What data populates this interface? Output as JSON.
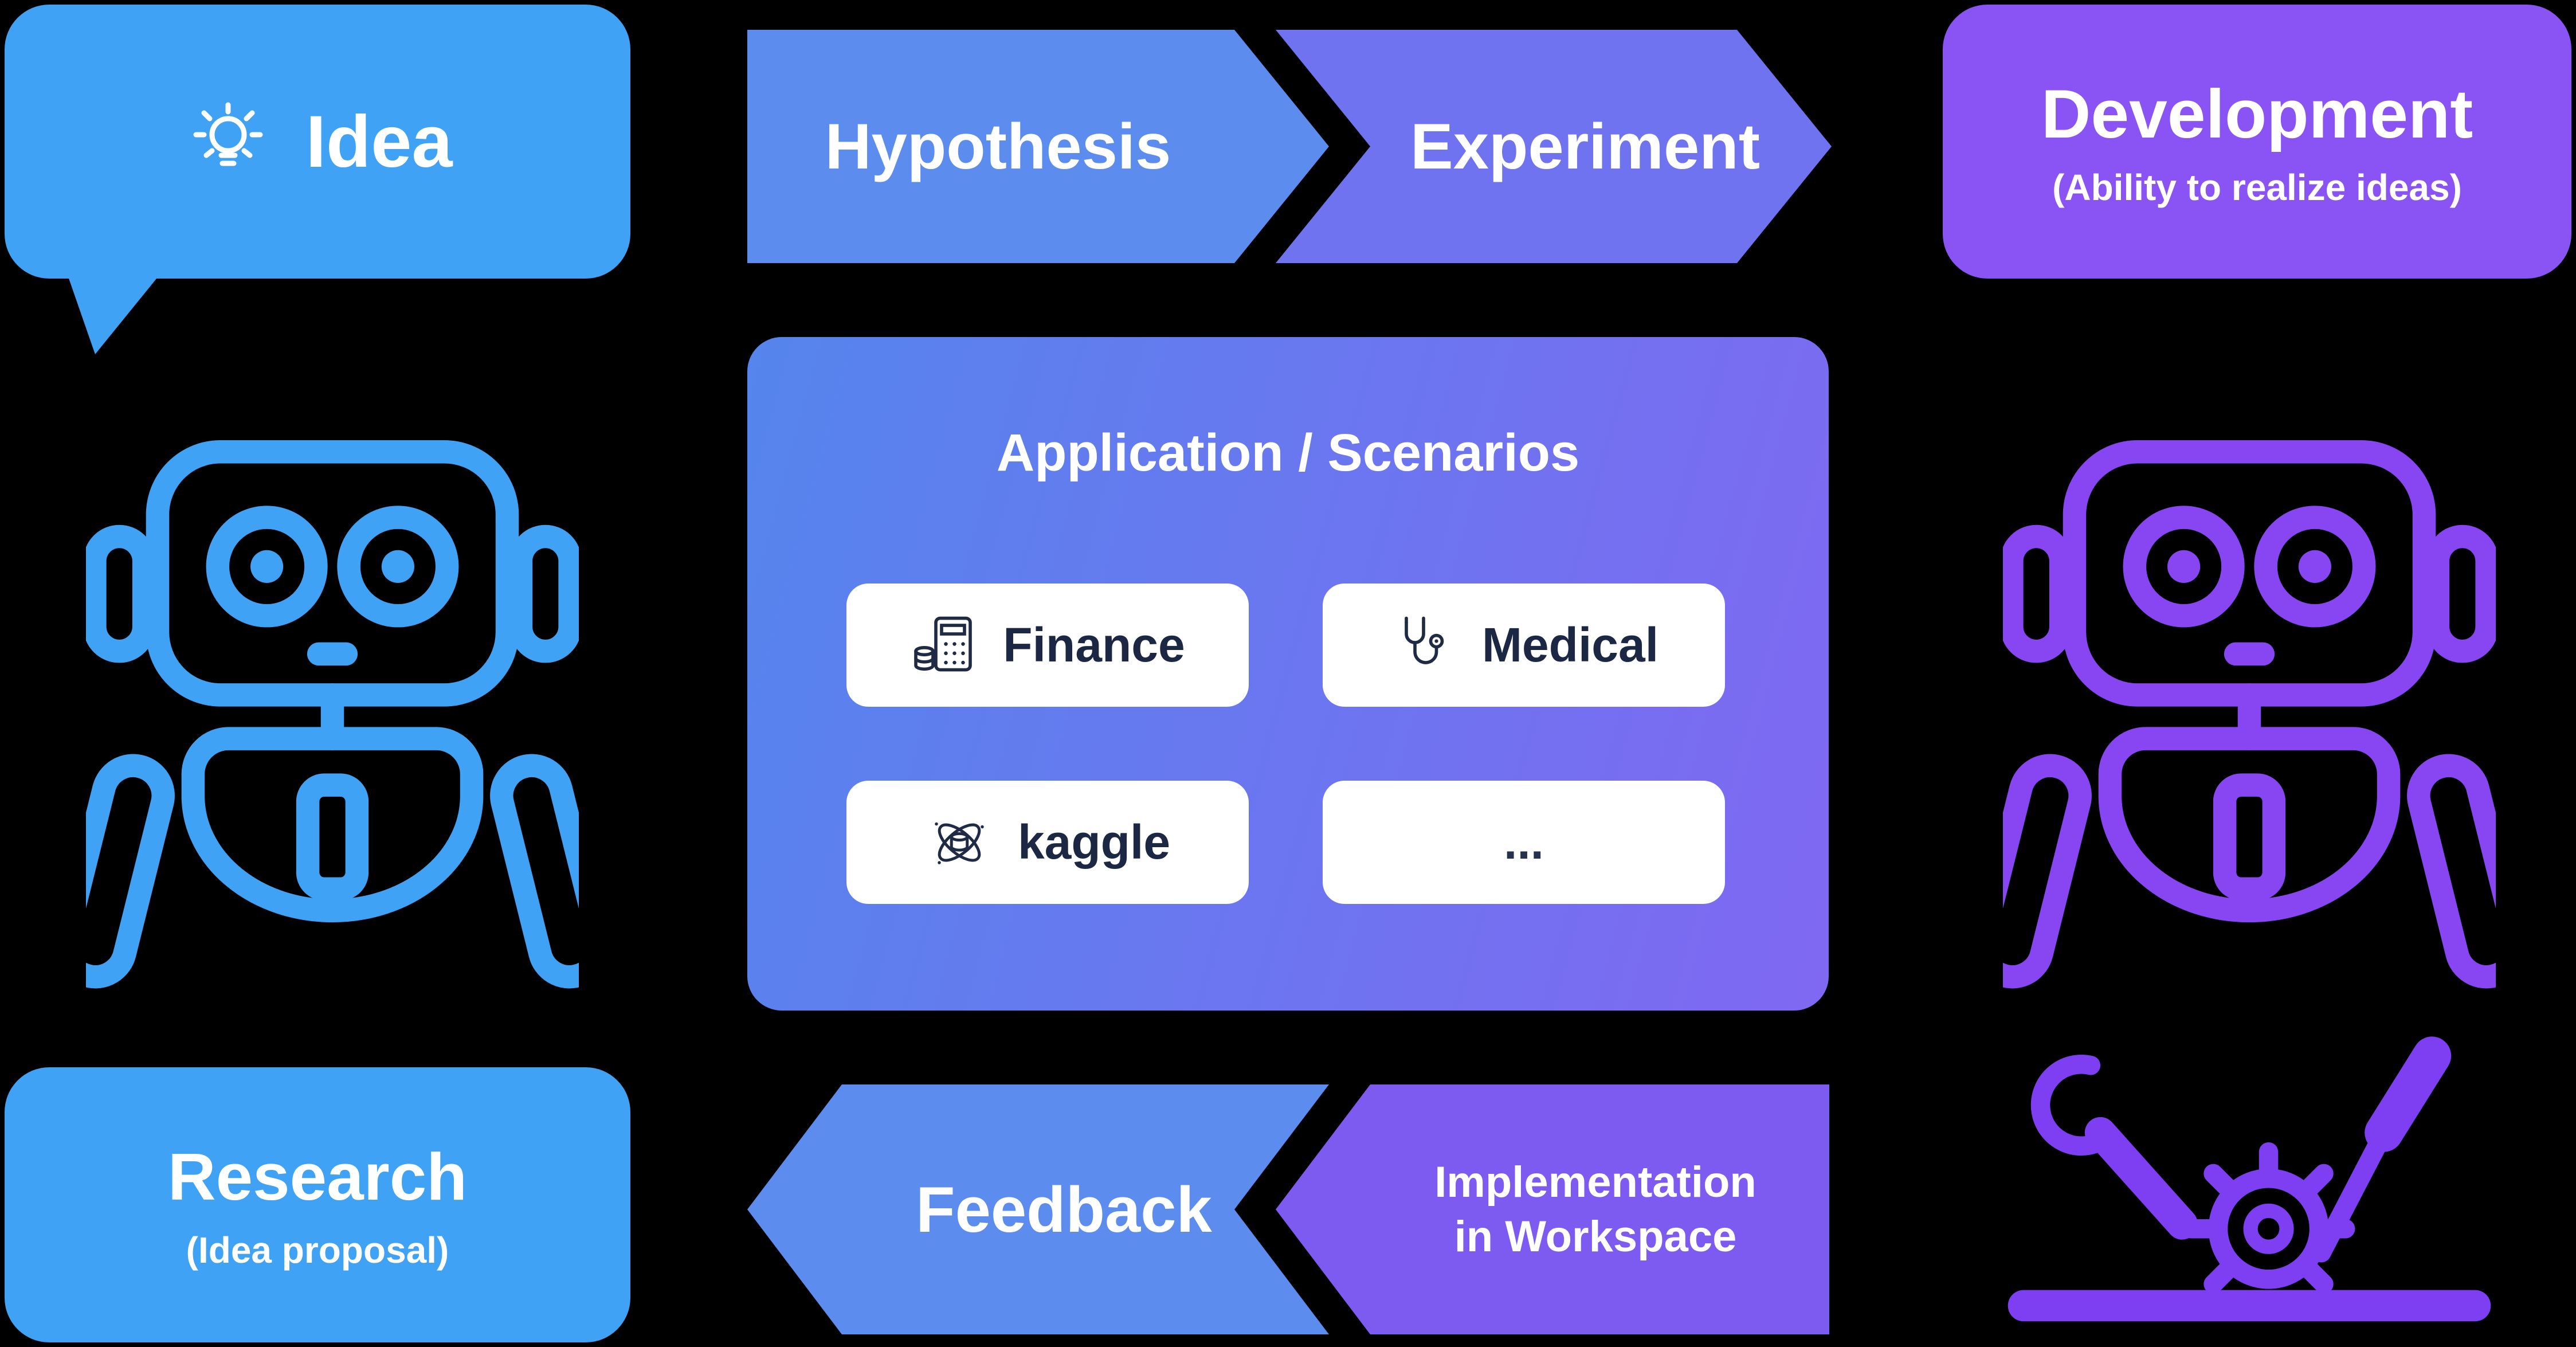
{
  "diagram": {
    "idea": {
      "label": "Idea"
    },
    "top_flow": [
      {
        "label": "Hypothesis"
      },
      {
        "label": "Experiment"
      }
    ],
    "development": {
      "title": "Development",
      "subtitle": "(Ability to realize ideas)"
    },
    "applications": {
      "title": "Application / Scenarios",
      "items": [
        {
          "label": "Finance",
          "icon": "finance-icon"
        },
        {
          "label": "Medical",
          "icon": "medical-icon"
        },
        {
          "label": "kaggle",
          "icon": "kaggle-icon"
        },
        {
          "label": "...",
          "icon": ""
        }
      ]
    },
    "research": {
      "title": "Research",
      "subtitle": "(Idea proposal)"
    },
    "bottom_flow": {
      "feedback": {
        "label": "Feedback"
      },
      "implementation": {
        "line1": "Implementation",
        "line2": "in Workspace"
      }
    },
    "colors": {
      "background": "#000000",
      "idea_blue": "#3FA2F5",
      "flow_blue": "#5B8CEE",
      "flow_indigo": "#6F73EF",
      "development_purple": "#8A53F4",
      "implementation_purple": "#7E5BF0",
      "panel_gradient_start": "#5585ED",
      "panel_gradient_end": "#8068F2",
      "pill_text": "#1B2743",
      "robot_blue": "#3FA2F5",
      "robot_purple": "#8846F2"
    }
  }
}
